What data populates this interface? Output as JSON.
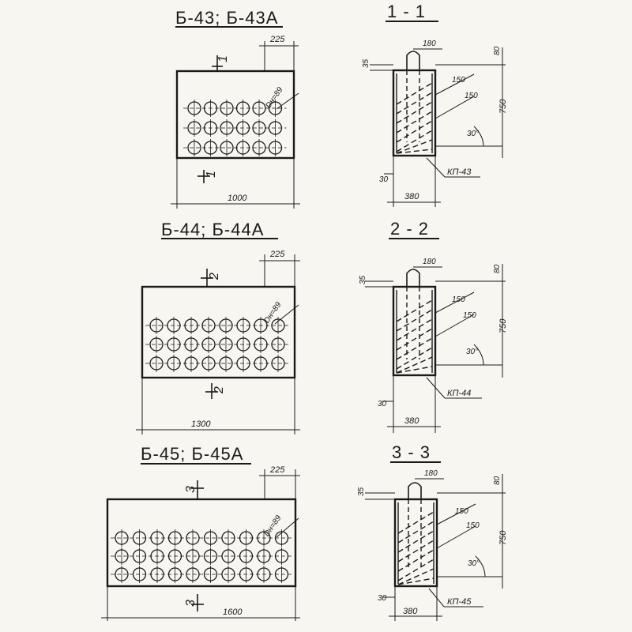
{
  "blocks": [
    {
      "title": "Б-43; Б-43А",
      "section_mark": "1",
      "dim_offset": "225",
      "dim_length": "1000",
      "hole_label": "Dн=89",
      "cols": 6,
      "rows": 3
    },
    {
      "title": "Б-44; Б-44А",
      "section_mark": "2",
      "dim_offset": "225",
      "dim_length": "1300",
      "hole_label": "Dн=89",
      "cols": 8,
      "rows": 3
    },
    {
      "title": "Б-45; Б-45А",
      "section_mark": "3",
      "dim_offset": "225",
      "dim_length": "1600",
      "hole_label": "Dн=89",
      "cols": 10,
      "rows": 3
    }
  ],
  "sections": [
    {
      "title": "1 - 1",
      "dim_top_width": "180",
      "dim_top_right": "80",
      "dim_left_top": "35",
      "dim_150_a": "150",
      "dim_150_b": "150",
      "dim_height": "750",
      "angle": "30°",
      "dim_bottom_left": "30",
      "dim_width": "380",
      "plate_label": "КП-43"
    },
    {
      "title": "2 - 2",
      "dim_top_width": "180",
      "dim_top_right": "80",
      "dim_left_top": "35",
      "dim_150_a": "150",
      "dim_150_b": "150",
      "dim_height": "750",
      "angle": "30°",
      "dim_bottom_left": "30",
      "dim_width": "380",
      "plate_label": "КП-44"
    },
    {
      "title": "3 - 3",
      "dim_top_width": "180",
      "dim_top_right": "80",
      "dim_left_top": "35",
      "dim_150_a": "150",
      "dim_150_b": "150",
      "dim_height": "750",
      "angle": "30°",
      "dim_bottom_left": "30",
      "dim_width": "380",
      "plate_label": "КП-45"
    }
  ]
}
